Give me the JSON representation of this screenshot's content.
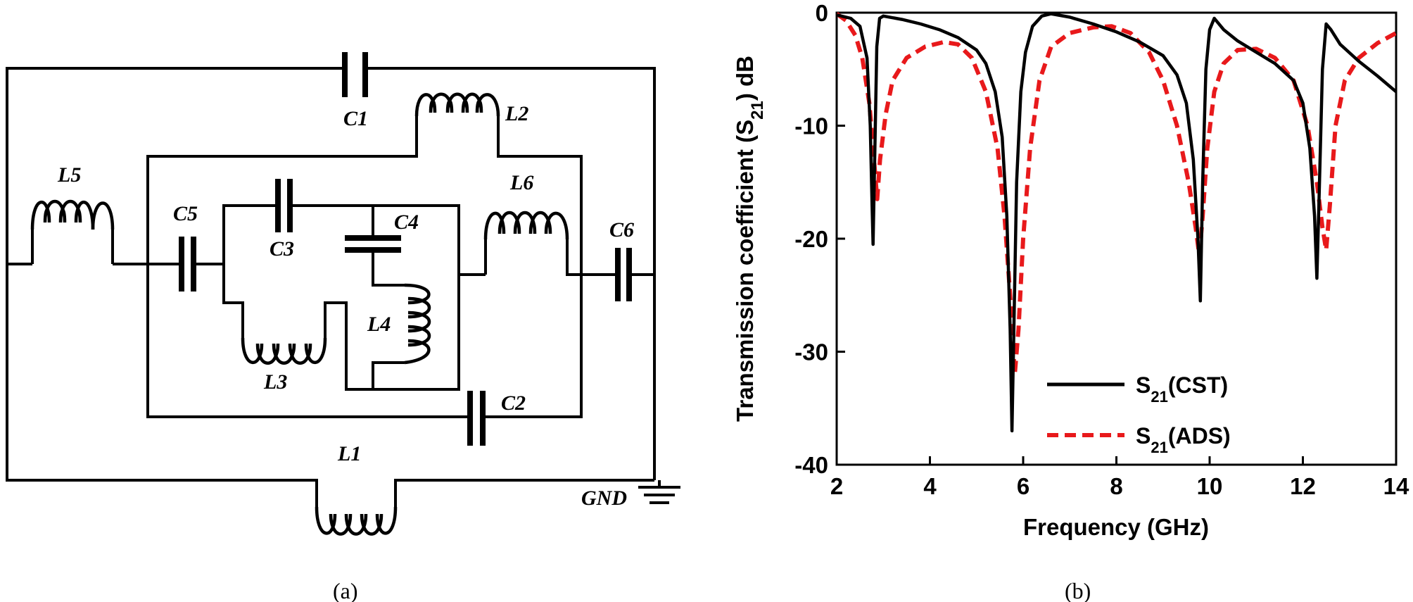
{
  "circuit": {
    "labels": {
      "c1": "C1",
      "c2": "C2",
      "c3": "C3",
      "c4": "C4",
      "c5": "C5",
      "c6": "C6",
      "l1": "L1",
      "l2": "L2",
      "l3": "L3",
      "l4": "L4",
      "l5": "L5",
      "l6": "L6",
      "gnd": "GND"
    },
    "panel_label": "(a)"
  },
  "plot": {
    "panel_label": "(b)",
    "xlabel": "Frequency (GHz)",
    "ylabel": "Transmission coefficient (S21) dB",
    "ylabel_parts": {
      "pre": "Transmission coefficient (S",
      "sub": "21",
      "post": ") dB"
    },
    "legend": [
      {
        "name": "S21(CST)",
        "pre": "S",
        "sub": "21",
        "post": "(CST)",
        "color": "#000000",
        "dash": "solid"
      },
      {
        "name": "S21(ADS)",
        "pre": "S",
        "sub": "21",
        "post": "(ADS)",
        "color": "#e8191b",
        "dash": "dashed"
      }
    ],
    "xticks": [
      "2",
      "4",
      "6",
      "8",
      "10",
      "12",
      "14"
    ],
    "yticks": [
      "0",
      "-10",
      "-20",
      "-30",
      "-40"
    ]
  },
  "chart_data": {
    "type": "line",
    "xlabel": "Frequency (GHz)",
    "ylabel": "Transmission coefficient (S21) dB",
    "xlim": [
      2,
      14
    ],
    "ylim": [
      -40,
      0
    ],
    "grid": false,
    "legend_position": "bottom-right",
    "series": [
      {
        "name": "S21(CST)",
        "color": "#000000",
        "points": [
          [
            2.0,
            -0.2
          ],
          [
            2.3,
            -0.5
          ],
          [
            2.5,
            -1.2
          ],
          [
            2.65,
            -4
          ],
          [
            2.72,
            -10
          ],
          [
            2.76,
            -17
          ],
          [
            2.78,
            -20.5
          ],
          [
            2.82,
            -12
          ],
          [
            2.86,
            -3
          ],
          [
            2.92,
            -0.5
          ],
          [
            3.0,
            -0.3
          ],
          [
            3.4,
            -0.6
          ],
          [
            3.8,
            -1.0
          ],
          [
            4.2,
            -1.5
          ],
          [
            4.6,
            -2.2
          ],
          [
            5.0,
            -3.3
          ],
          [
            5.2,
            -4.5
          ],
          [
            5.4,
            -7
          ],
          [
            5.55,
            -11
          ],
          [
            5.65,
            -18
          ],
          [
            5.72,
            -28
          ],
          [
            5.76,
            -37
          ],
          [
            5.8,
            -28
          ],
          [
            5.86,
            -15
          ],
          [
            5.95,
            -7
          ],
          [
            6.05,
            -3.5
          ],
          [
            6.2,
            -1.2
          ],
          [
            6.4,
            -0.3
          ],
          [
            6.6,
            -0.1
          ],
          [
            7.0,
            -0.4
          ],
          [
            7.5,
            -1.0
          ],
          [
            8.0,
            -1.7
          ],
          [
            8.5,
            -2.6
          ],
          [
            9.0,
            -3.8
          ],
          [
            9.3,
            -5.5
          ],
          [
            9.5,
            -8
          ],
          [
            9.65,
            -13
          ],
          [
            9.75,
            -20
          ],
          [
            9.8,
            -25.5
          ],
          [
            9.85,
            -15
          ],
          [
            9.92,
            -5
          ],
          [
            10.0,
            -1.5
          ],
          [
            10.1,
            -0.5
          ],
          [
            10.3,
            -1.5
          ],
          [
            10.6,
            -2.5
          ],
          [
            11.0,
            -3.5
          ],
          [
            11.4,
            -4.5
          ],
          [
            11.8,
            -6
          ],
          [
            12.0,
            -8
          ],
          [
            12.15,
            -12
          ],
          [
            12.25,
            -18
          ],
          [
            12.3,
            -23.5
          ],
          [
            12.35,
            -16
          ],
          [
            12.42,
            -5
          ],
          [
            12.5,
            -1
          ],
          [
            12.6,
            -1.5
          ],
          [
            12.8,
            -2.8
          ],
          [
            13.2,
            -4.3
          ],
          [
            13.6,
            -5.6
          ],
          [
            14.0,
            -7
          ]
        ]
      },
      {
        "name": "S21(ADS)",
        "color": "#e8191b",
        "points": [
          [
            2.0,
            -0.1
          ],
          [
            2.2,
            -0.7
          ],
          [
            2.4,
            -2
          ],
          [
            2.55,
            -4
          ],
          [
            2.7,
            -8
          ],
          [
            2.8,
            -13
          ],
          [
            2.87,
            -16.5
          ],
          [
            2.93,
            -13
          ],
          [
            3.05,
            -9
          ],
          [
            3.2,
            -6
          ],
          [
            3.5,
            -4
          ],
          [
            3.9,
            -3
          ],
          [
            4.3,
            -2.6
          ],
          [
            4.6,
            -2.8
          ],
          [
            4.9,
            -4
          ],
          [
            5.2,
            -7
          ],
          [
            5.45,
            -12
          ],
          [
            5.6,
            -18
          ],
          [
            5.72,
            -25
          ],
          [
            5.82,
            -32
          ],
          [
            5.9,
            -28
          ],
          [
            6.0,
            -20
          ],
          [
            6.15,
            -12
          ],
          [
            6.35,
            -6
          ],
          [
            6.6,
            -3
          ],
          [
            7.0,
            -1.8
          ],
          [
            7.5,
            -1.3
          ],
          [
            7.9,
            -1.2
          ],
          [
            8.3,
            -1.8
          ],
          [
            8.7,
            -3.5
          ],
          [
            9.0,
            -6
          ],
          [
            9.3,
            -10
          ],
          [
            9.55,
            -15
          ],
          [
            9.7,
            -19
          ],
          [
            9.78,
            -21.5
          ],
          [
            9.85,
            -18
          ],
          [
            9.95,
            -12
          ],
          [
            10.1,
            -7
          ],
          [
            10.3,
            -4.5
          ],
          [
            10.6,
            -3.3
          ],
          [
            11.0,
            -3.2
          ],
          [
            11.4,
            -4
          ],
          [
            11.8,
            -6
          ],
          [
            12.1,
            -10
          ],
          [
            12.3,
            -15
          ],
          [
            12.42,
            -19
          ],
          [
            12.5,
            -21
          ],
          [
            12.58,
            -17
          ],
          [
            12.7,
            -10
          ],
          [
            12.9,
            -6
          ],
          [
            13.2,
            -4
          ],
          [
            13.6,
            -2.7
          ],
          [
            14.0,
            -1.8
          ]
        ]
      }
    ]
  }
}
